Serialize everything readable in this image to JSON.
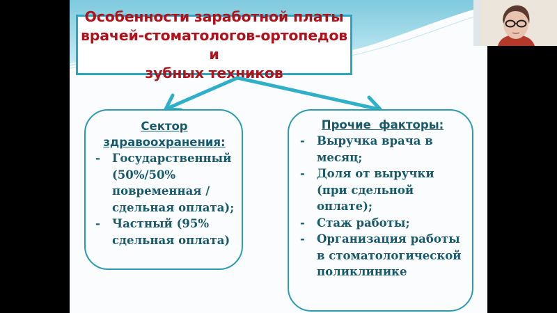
{
  "slide": {
    "title": "Особенности заработной платы\nврачей-стоматологов-ортопедов и\nзубных техников",
    "left_box": {
      "heading": "Сектор здравоохранения:",
      "items": [
        "Государственный (50%/50% повременная /сдельная оплата);",
        "Частный (95% сдельная оплата)"
      ]
    },
    "right_box": {
      "heading": "Прочие  факторы:",
      "items": [
        "Выручка врача в месяц;",
        "Доля от выручки (при сдельной оплате);",
        "Стаж работы;",
        "Организация работы в стоматологической поликлинике"
      ]
    },
    "bullet_marker": "-"
  },
  "colors": {
    "title_text": "#b0121b",
    "title_border": "#2aa6c0",
    "body_text": "#175a6b",
    "box_border": "#2a9bb0",
    "arrow": "#2fb0c8",
    "letterbox": "#000000"
  },
  "webcam": {
    "label": "presenter video"
  }
}
